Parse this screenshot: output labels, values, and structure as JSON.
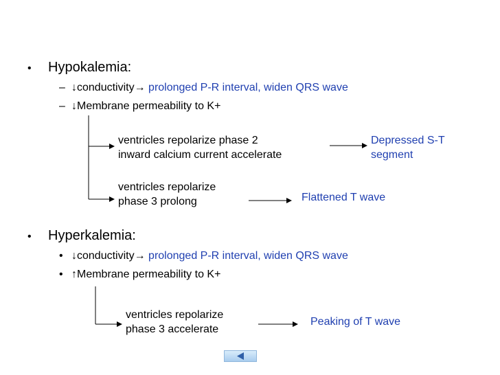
{
  "hypo": {
    "title": "Hypokalemia:",
    "conductivity_arrow": "↓",
    "conductivity": "conductivity→ ",
    "conductivity_effect": "prolonged P-R interval, widen QRS wave",
    "perm_arrow": "↓",
    "permeability": "Membrane permeability to K+",
    "branch1_line1": "ventricles repolarize phase 2",
    "branch1_line2": "inward calcium current accelerate",
    "branch1_result_line1": "Depressed S-T",
    "branch1_result_line2": "segment",
    "branch2_line1": "ventricles repolarize",
    "branch2_line2": "phase 3 prolong",
    "branch2_result": "Flattened T wave"
  },
  "hyper": {
    "title": "Hyperkalemia:",
    "conductivity_arrow": "↓",
    "conductivity": "conductivity→ ",
    "conductivity_effect": "prolonged P-R interval, widen QRS wave",
    "perm_arrow": "↑",
    "permeability": "Membrane permeability to K+",
    "branch_line1": "ventricles repolarize",
    "branch_line2": "phase 3 accelerate",
    "branch_result": "Peaking of T wave"
  },
  "colors": {
    "accent": "#1f3fb0",
    "text": "#000000"
  },
  "icons": {
    "nav_back": "back-triangle-icon"
  }
}
